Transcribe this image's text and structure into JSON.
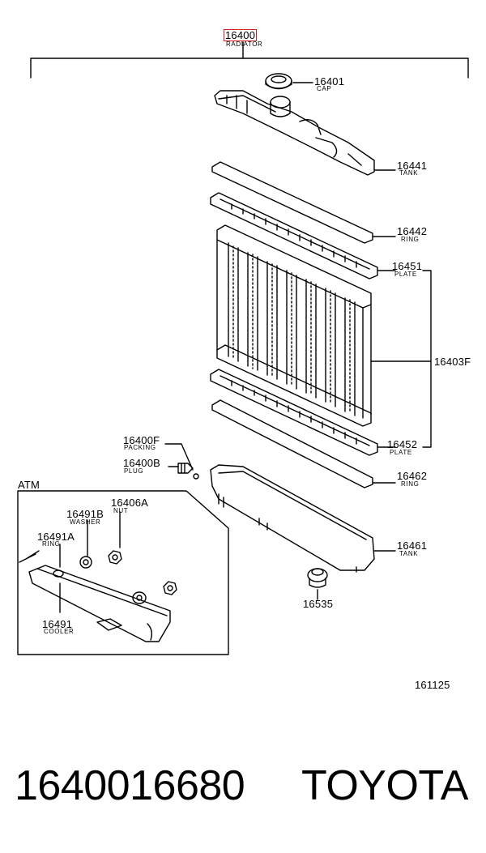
{
  "header": {
    "part_no": "16400",
    "part_name": "RADIATOR"
  },
  "parts": {
    "cap": {
      "no": "16401",
      "name": "CAP"
    },
    "tank_upper": {
      "no": "16441",
      "name": "TANK"
    },
    "ring_upper": {
      "no": "16442",
      "name": "RING"
    },
    "plate_upper": {
      "no": "16451",
      "name": "PLATE"
    },
    "core": {
      "no": "16403F"
    },
    "packing": {
      "no": "16400F",
      "name": "PACKING"
    },
    "plug": {
      "no": "16400B",
      "name": "PLUG"
    },
    "plate_lower": {
      "no": "16452",
      "name": "PLATE"
    },
    "ring_lower": {
      "no": "16462",
      "name": "RING"
    },
    "tank_lower": {
      "no": "16461",
      "name": "TANK"
    },
    "drain": {
      "no": "16535"
    },
    "nut": {
      "no": "16406A",
      "name": "NUT"
    },
    "washer": {
      "no": "16491B",
      "name": "WASHER"
    },
    "ring_cooler": {
      "no": "16491A",
      "name": "RING"
    },
    "cooler": {
      "no": "16491",
      "name": "COOLER"
    }
  },
  "atm_label": "ATM",
  "diagram_no": "161125",
  "footer": {
    "part_number": "1640016680",
    "brand": "TOYOTA"
  },
  "colors": {
    "highlight": "#d62020",
    "ink": "#000000"
  }
}
